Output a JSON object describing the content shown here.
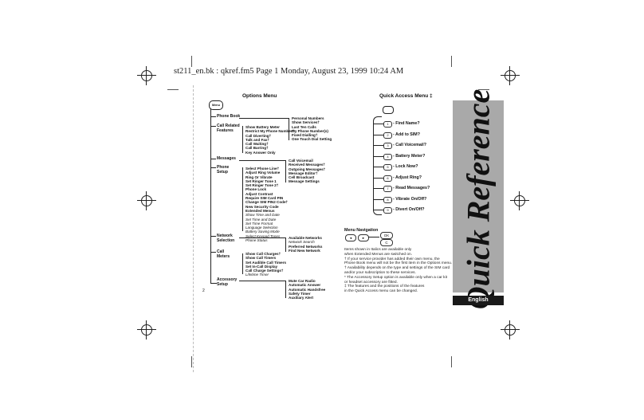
{
  "header": {
    "text": "st211_en.bk : qkref.fm5  Page 1  Monday, August 23, 1999  10:24 AM"
  },
  "options": {
    "title": "Options Menu",
    "menu_key": "Menu",
    "phone_book": "Phone Book",
    "call_related": "Call Related\nFeatures",
    "messages": "Messages",
    "phone_setup": "Phone\nSetup",
    "network": "Network\nSelection",
    "call_meters": "Call\nMeters",
    "accessory": "Accessory\nSetup",
    "pb_items": [
      "Personal Numbers",
      "Show Services†",
      "Last Ten Calls",
      "My Phone Number(s)",
      "Fixed Dialling†",
      "One Touch Dial Setting"
    ],
    "cr_items": [
      "Show Battery Meter",
      "Restrict My Phone Number†",
      "Call Diverting†",
      "Talk and Fax†",
      "Call Waiting†",
      "Call Barring†",
      "Key Answer Only"
    ],
    "msg_items": [
      "Call Voicemail",
      "Received Messages†",
      "Outgoing Messages†",
      "Message Editor†",
      "Cell Broadcast",
      "Message Settings"
    ],
    "ps_items": [
      "Select Phone Line†",
      "Adjust Ring Volume",
      "Ring Or Vibrate",
      "Set Ringer Tone 1",
      "Set Ringer Tone 2†",
      "Phone Lock",
      "Adjust Contrast",
      "Require SIM Card PIN",
      "Change SIM PIN2 Code†",
      "New Security Code",
      "Extended Menus",
      "Show Time and Date",
      "Set Time and Date",
      "Set Time Format",
      "Language Selection",
      "Battery Saving Mode",
      "Select Keypad Tones",
      "Phone Status"
    ],
    "ps_italic_from": 11,
    "net_items": [
      "Available Networks",
      "Network Search",
      "Preferred Networks",
      "Find New Network"
    ],
    "cm_items": [
      "Show Call Charges†",
      "Show Call Timers",
      "Set Audible Call Timers",
      "Set In-Call Display",
      "Call Charge Settings†",
      "Lifetime Timer"
    ],
    "acc_items": [
      "Mute Car Radio",
      "Automatic Answer",
      "Automatic Handsfree",
      "Safety Timer",
      "Auxiliary Alert"
    ],
    "page_no": "2"
  },
  "quick": {
    "title": "Quick Access Menu ‡",
    "items": [
      {
        "key": "1",
        "label": "Find Name?"
      },
      {
        "key": "2",
        "label": "Add to SIM?"
      },
      {
        "key": "3",
        "label": "Call Voicemail?"
      },
      {
        "key": "4",
        "label": "Battery Meter?"
      },
      {
        "key": "5",
        "label": "Lock Now?"
      },
      {
        "key": "6",
        "label": "Adjust Ring?"
      },
      {
        "key": "7",
        "label": "Read Messages?"
      },
      {
        "key": "8",
        "label": "Vibrate On/Off?"
      },
      {
        "key": "9",
        "label": "Divert On/Off?"
      }
    ]
  },
  "nav": {
    "title": "Menu Navigation",
    "ok": "OK",
    "c": "C",
    "notes": [
      "Items shown in Italics are available only",
      "when Extended Menus are switched on.",
      "† If your service provider has added their own menu, the",
      "Phone Book menu will not be the first item in the Options menu.",
      "† Availability depends on the type and settings of the SIM card",
      "and/or your subscription to these services.",
      "* The Accessory Setup option is available only when a car kit",
      "or headset accessory are fitted.",
      "‡ The features and the positions of the features",
      "in the Quick Access menu can be changed."
    ]
  },
  "side": {
    "title": "Quick Reference",
    "language": "English"
  }
}
